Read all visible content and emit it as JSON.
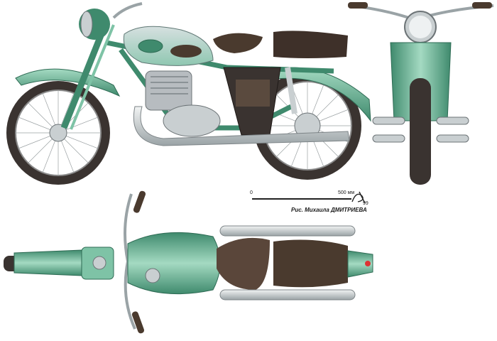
{
  "drawing": {
    "views": [
      "side-view",
      "front-view",
      "top-view"
    ],
    "scale": {
      "zero": "0",
      "end": "500 мм"
    },
    "credit": "Рис. Михаила ДМИТРИЕВА",
    "signature_year": "99"
  },
  "colors": {
    "body_green": "#7ec3a6",
    "dark_green": "#3f8a6d",
    "chrome": "#c9cfd1",
    "tire": "#3a3330",
    "seat": "#4a3a2e",
    "engine": "#b7bcc0"
  }
}
